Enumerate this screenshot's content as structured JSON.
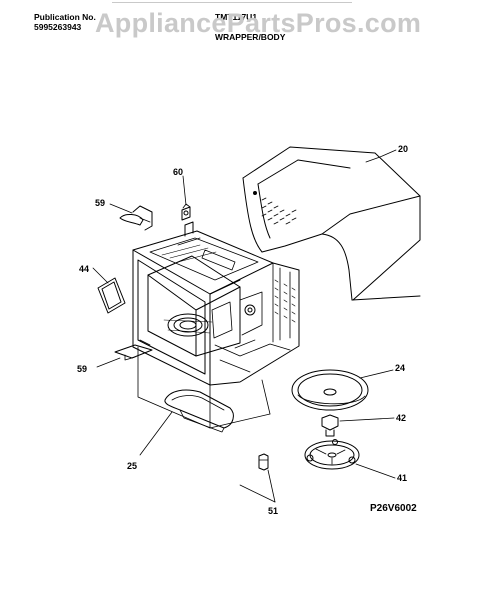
{
  "header": {
    "publication_label": "Publication No.",
    "publication_number": "5995263943",
    "model": "TMT117U1",
    "section": "WRAPPER/BODY"
  },
  "watermark": "AppliancePartsPros.com",
  "figure_id": "P26V6002",
  "callouts": {
    "c20": "20",
    "c60": "60",
    "c59a": "59",
    "c44": "44",
    "c59b": "59",
    "c24": "24",
    "c42": "42",
    "c41": "41",
    "c25": "25",
    "c51": "51"
  },
  "colors": {
    "ink": "#000000",
    "watermark": "#c9c9c9",
    "paper": "#ffffff"
  }
}
